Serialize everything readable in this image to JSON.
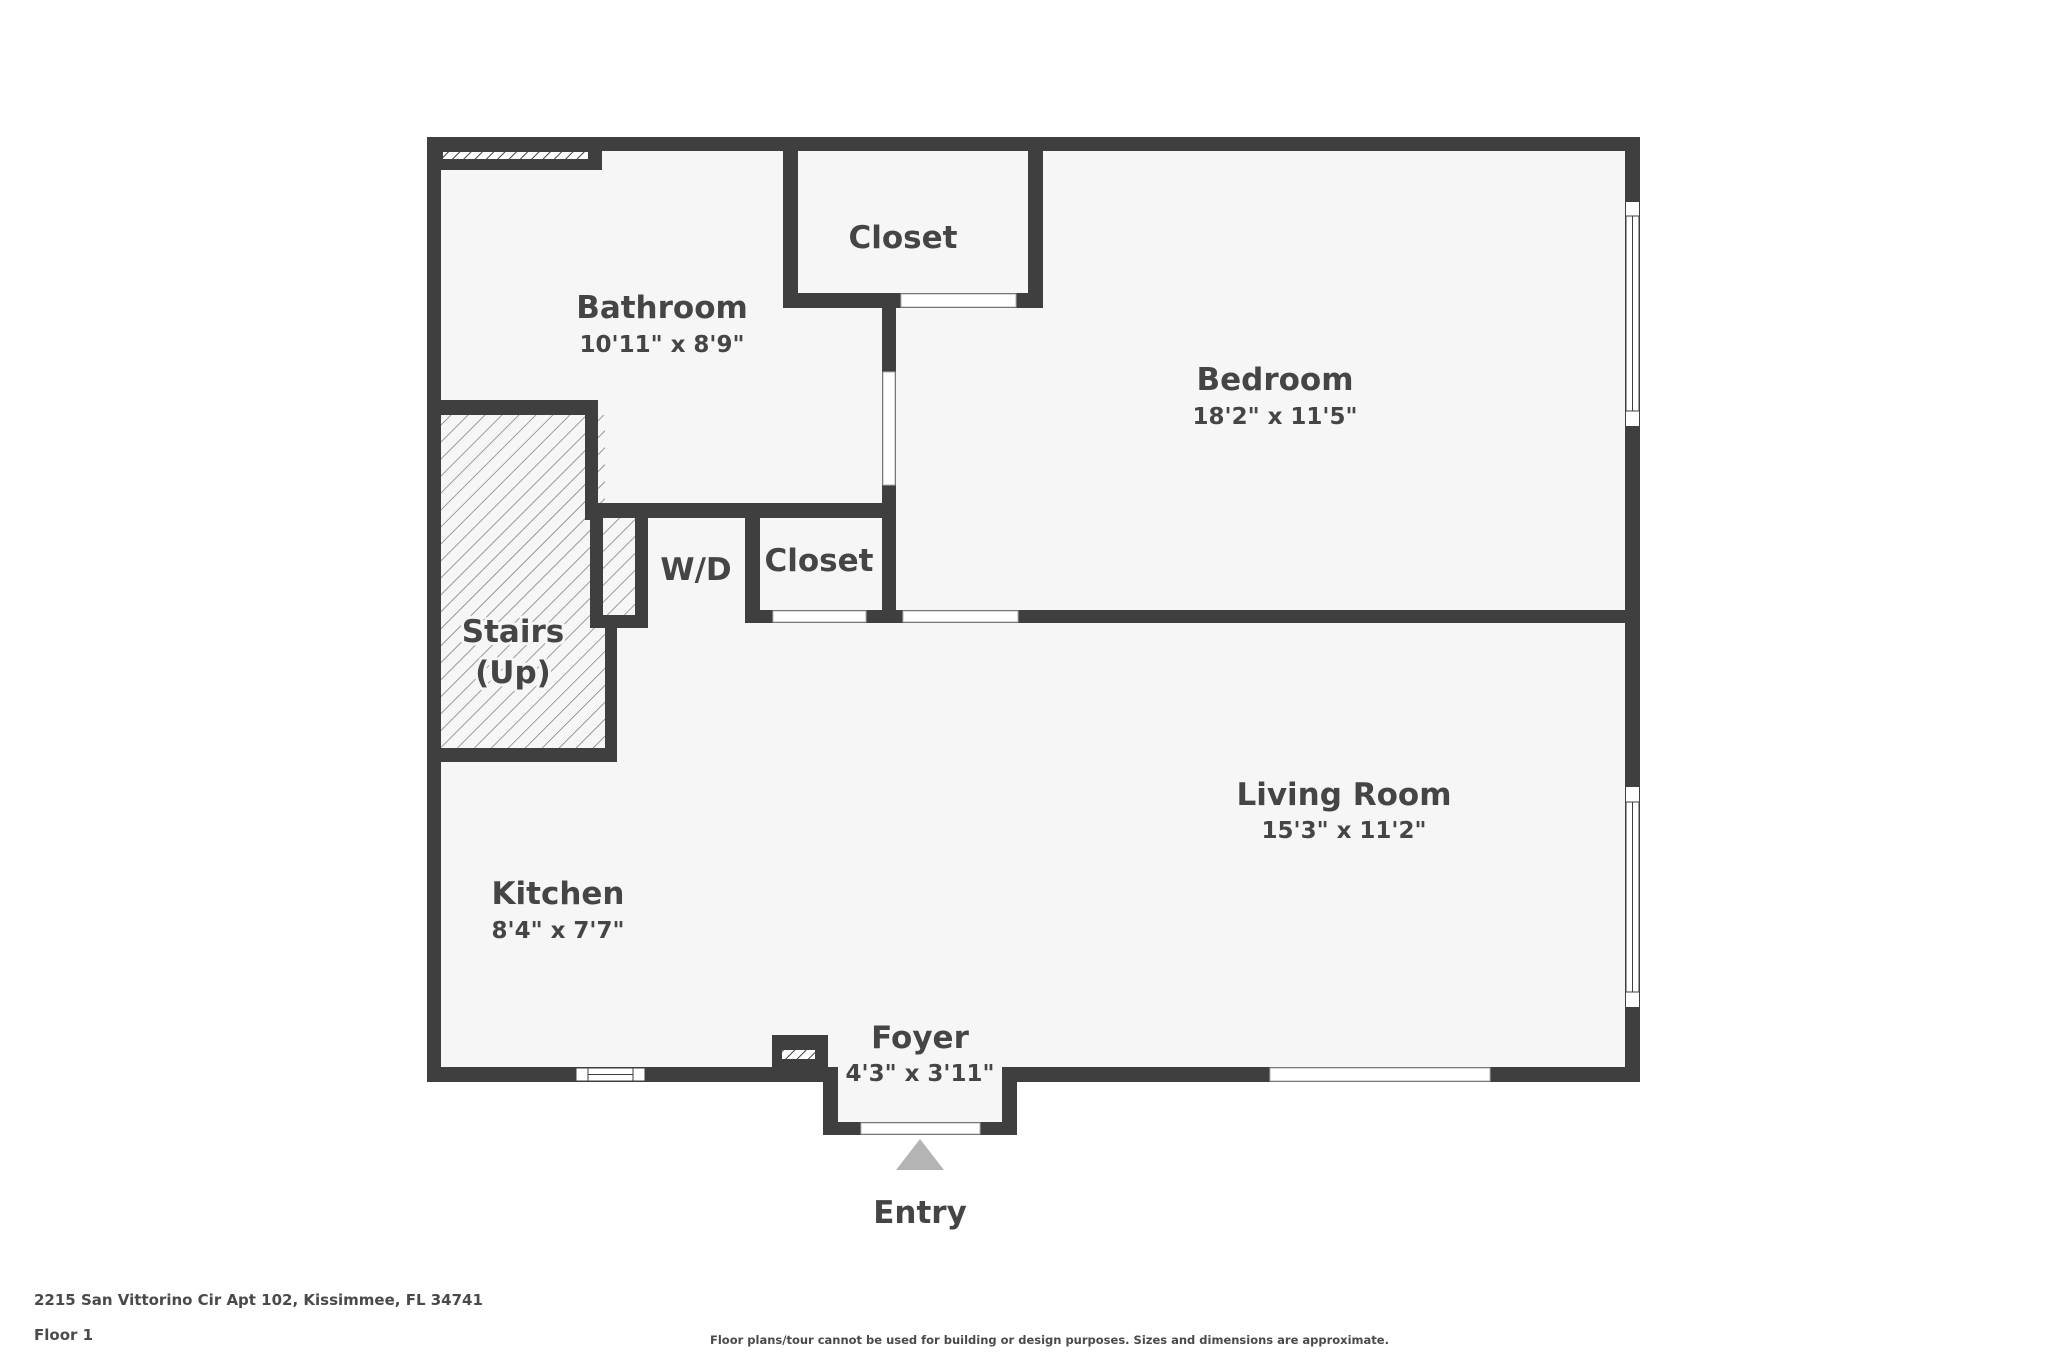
{
  "floor_plan": {
    "rooms": [
      {
        "id": "bathroom",
        "name": "Bathroom",
        "dimensions": "10'11\" x 8'9\""
      },
      {
        "id": "closet_top",
        "name": "Closet",
        "dimensions": ""
      },
      {
        "id": "bedroom",
        "name": "Bedroom",
        "dimensions": "18'2\" x 11'5\""
      },
      {
        "id": "wd",
        "name": "W/D",
        "dimensions": ""
      },
      {
        "id": "closet_mid",
        "name": "Closet",
        "dimensions": ""
      },
      {
        "id": "stairs",
        "name": "Stairs",
        "name_line2": "(Up)",
        "dimensions": ""
      },
      {
        "id": "living_room",
        "name": "Living Room",
        "dimensions": "15'3\" x 11'2\""
      },
      {
        "id": "kitchen",
        "name": "Kitchen",
        "dimensions": "8'4\" x 7'7\""
      },
      {
        "id": "foyer",
        "name": "Foyer",
        "dimensions": "4'3\" x 3'11\""
      }
    ],
    "entry_label": "Entry",
    "colors": {
      "wall": "#3f3f3f",
      "floor": "#f6f6f6",
      "text": "#454545",
      "entry_arrow": "#b4b4b4",
      "opening": "#ffffff"
    }
  },
  "footer": {
    "address": "2215 San Vittorino Cir Apt 102, Kissimmee, FL 34741",
    "floor": "Floor 1",
    "disclaimer": "Floor plans/tour cannot be used for building or design purposes. Sizes and dimensions are approximate."
  }
}
